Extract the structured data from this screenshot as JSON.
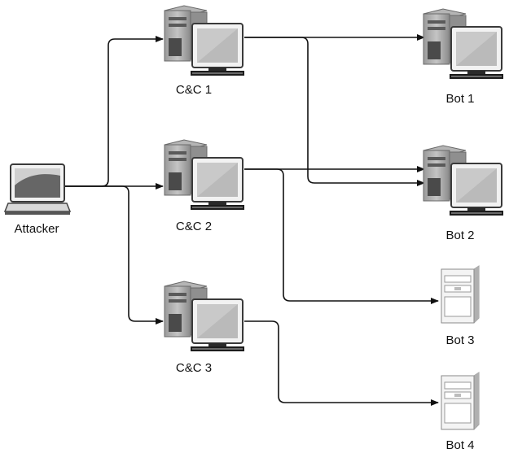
{
  "diagram": {
    "nodes": {
      "attacker": {
        "label": "Attacker",
        "icon": "laptop-icon"
      },
      "cc1": {
        "label": "C&C 1",
        "icon": "workstation-icon"
      },
      "cc2": {
        "label": "C&C 2",
        "icon": "workstation-icon"
      },
      "cc3": {
        "label": "C&C 3",
        "icon": "workstation-icon"
      },
      "bot1": {
        "label": "Bot 1",
        "icon": "workstation-icon"
      },
      "bot2": {
        "label": "Bot 2",
        "icon": "workstation-icon"
      },
      "bot3": {
        "label": "Bot 3",
        "icon": "server-tower-icon"
      },
      "bot4": {
        "label": "Bot 4",
        "icon": "server-tower-icon"
      }
    },
    "edges": [
      {
        "from": "attacker",
        "to": "cc1"
      },
      {
        "from": "attacker",
        "to": "cc2"
      },
      {
        "from": "attacker",
        "to": "cc3"
      },
      {
        "from": "cc1",
        "to": "bot1"
      },
      {
        "from": "cc1",
        "to": "bot2"
      },
      {
        "from": "cc2",
        "to": "bot2"
      },
      {
        "from": "cc2",
        "to": "bot3"
      },
      {
        "from": "cc3",
        "to": "bot4"
      }
    ]
  }
}
